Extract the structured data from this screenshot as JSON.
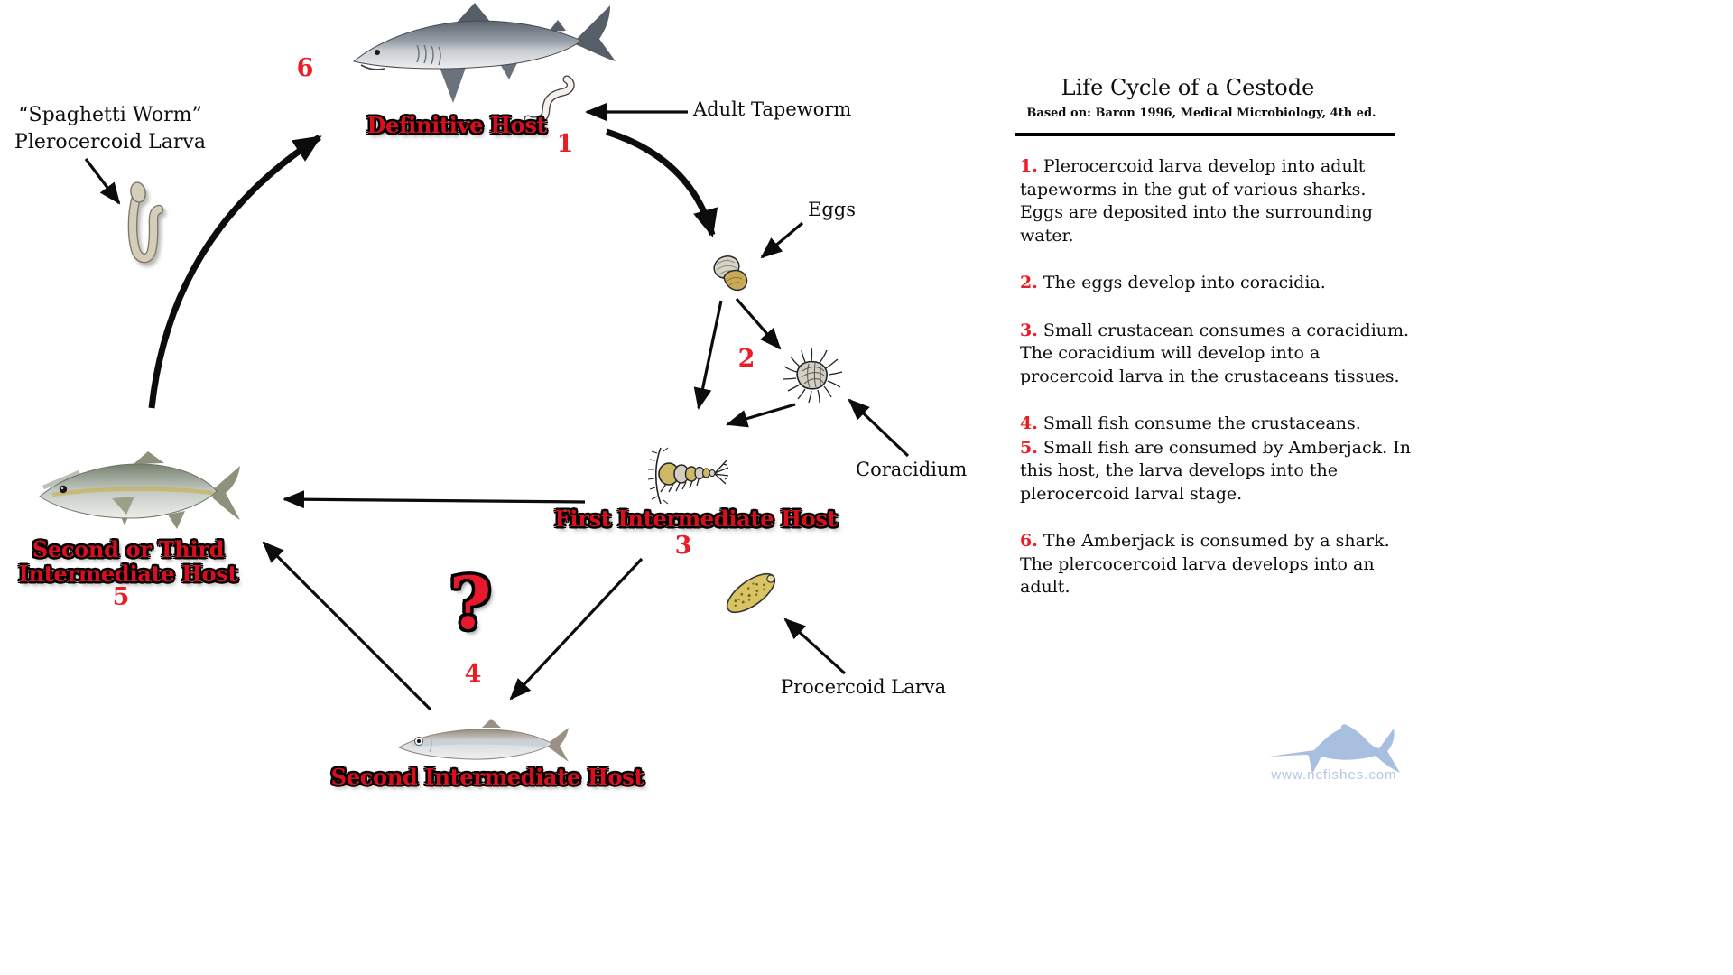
{
  "panel": {
    "title": "Life Cycle of a Cestode",
    "subtitle": "Based on: Baron 1996, Medical Microbiology, 4th ed.",
    "items": [
      {
        "num": "1.",
        "text": " Plerocercoid larva develop into adult tapeworms in the gut of various sharks. Eggs are deposited into the surrounding water."
      },
      {
        "num": "2.",
        "text": " The eggs develop into coracidia."
      },
      {
        "num": "3.",
        "text": " Small crustacean consumes a coracidium. The coracidium will develop into a procercoid larva in the crustaceans tissues."
      },
      {
        "num": "4.",
        "text": " Small fish consume the crustaceans."
      },
      {
        "num": "5.",
        "text": " Small fish are consumed by Amberjack. In this host, the larva develops into the plerocercoid larval stage."
      },
      {
        "num": "6.",
        "text": " The Amberjack is consumed by a shark. The plercocercoid larva develops into an adult."
      }
    ]
  },
  "diagram": {
    "labels": {
      "definitive_host": "Definitive Host",
      "adult_tapeworm": "Adult Tapeworm",
      "eggs": "Eggs",
      "coracidium": "Coracidium",
      "first_intermediate_host": "First Intermediate Host",
      "second_intermediate_host": "Second Intermediate Host",
      "second_or_third_line1": "Second or Third",
      "second_or_third_line2": "Intermediate Host",
      "spaghetti_line1": "“Spaghetti Worm”",
      "spaghetti_line2": "Plerocercoid Larva",
      "procercoid_larva": "Procercoid Larva",
      "unknown_mark": "?"
    },
    "steps": [
      "1",
      "2",
      "3",
      "4",
      "5",
      "6"
    ]
  },
  "watermark": {
    "site": "www.ncfishes.com"
  },
  "colors": {
    "step_red": "#ed1c24",
    "host_label_red": "#d8101e",
    "text_black": "#0e0e0e",
    "watermark_blue": "#a9bfe0",
    "background": "#ffffff"
  }
}
